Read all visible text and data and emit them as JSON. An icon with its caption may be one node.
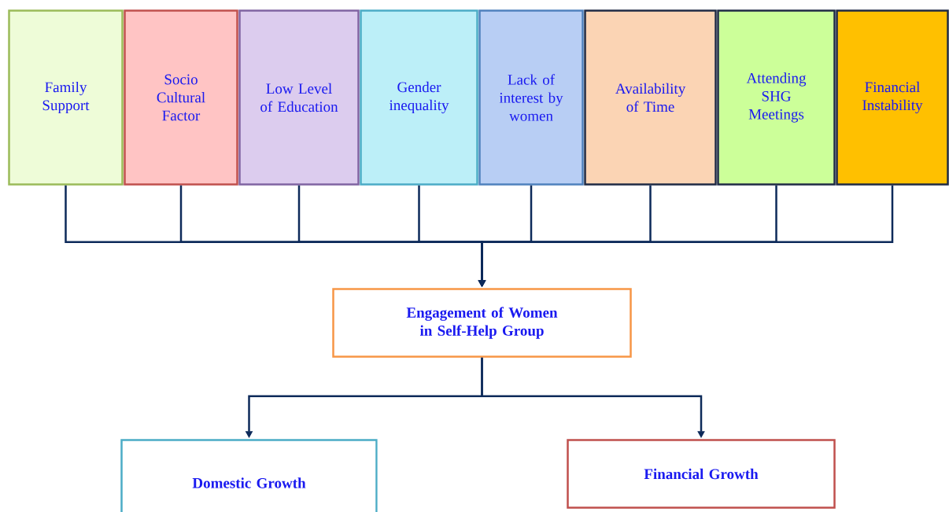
{
  "diagram": {
    "nodes": [
      {
        "text": [
          "Family Support"
        ]
      },
      {
        "text": [
          "Socio Cultural Factor"
        ]
      },
      {
        "text": [
          "Low Level of Education"
        ]
      },
      {
        "text": [
          "Gender inequality"
        ]
      },
      {
        "text": [
          "Lack of interest by women"
        ]
      },
      {
        "text": [
          "Availability of Time"
        ]
      },
      {
        "text": [
          "Attending SHG Meetings"
        ]
      },
      {
        "text": [
          "Financial Instability"
        ]
      },
      {
        "text": [
          "Engagement of Women in Self-Help Group"
        ]
      },
      {
        "text": [
          "Domestic Growth"
        ]
      },
      {
        "text": [
          "Financial Growth"
        ]
      }
    ],
    "edges": [
      {
        "from": 0,
        "to": 8,
        "arrow": "to"
      },
      {
        "from": 1,
        "to": 8,
        "arrow": "to"
      },
      {
        "from": 2,
        "to": 8,
        "arrow": "to"
      },
      {
        "from": 3,
        "to": 8,
        "arrow": "to"
      },
      {
        "from": 4,
        "to": 8,
        "arrow": "to"
      },
      {
        "from": 5,
        "to": 8,
        "arrow": "to"
      },
      {
        "from": 6,
        "to": 8,
        "arrow": "to"
      },
      {
        "from": 7,
        "to": 8,
        "arrow": "to"
      },
      {
        "from": 8,
        "to": 9,
        "arrow": "to"
      },
      {
        "from": 8,
        "to": 10,
        "arrow": "to"
      }
    ]
  }
}
